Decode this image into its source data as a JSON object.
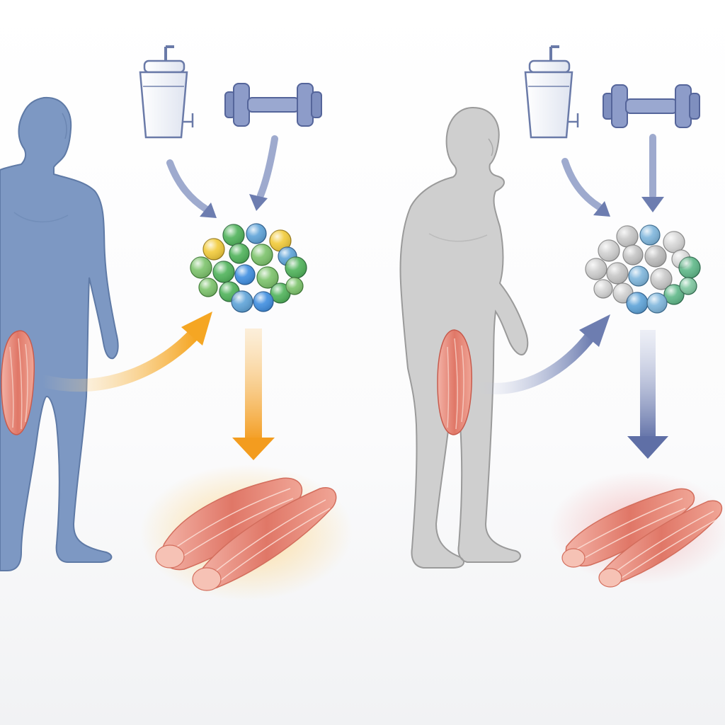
{
  "panels": [
    {
      "id": "young",
      "figure_tone": "blue",
      "figure_color": "#7b96c2",
      "arrow_color": "#f5a623",
      "protein_shake_icon": "shake-cup-icon",
      "exercise_icon": "dumbbell-icon",
      "amino_acid_colors": [
        "#f2cb3a",
        "#4fb35a",
        "#5ea3d8",
        "#7cc36b",
        "#3f8ee0"
      ],
      "muscle_glow": "#ffcf6a"
    },
    {
      "id": "older",
      "figure_tone": "gray",
      "figure_color": "#c9c9c9",
      "arrow_color": "#6d7db0",
      "protein_shake_icon": "shake-cup-icon",
      "exercise_icon": "dumbbell-icon",
      "amino_acid_colors": [
        "#c8c8c8",
        "#d9d9d9",
        "#7fb6dc",
        "#5fb889"
      ],
      "muscle_glow": "#f3b0b0"
    }
  ],
  "colors": {
    "muscle_fill": "#e7867a",
    "muscle_light": "#f6c2b5",
    "icon_stroke": "#6a7aa8",
    "icon_fill": "#eef1f8",
    "dumbbell_fill": "#7f8fbf"
  }
}
